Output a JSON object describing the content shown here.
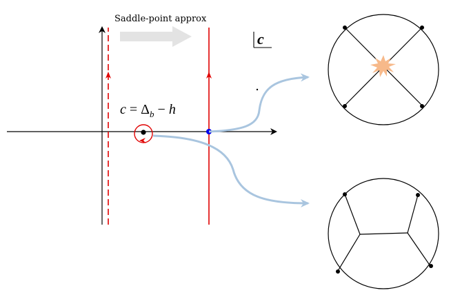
{
  "diagram": {
    "top_label": "Saddle-point approx",
    "plane_label": "c",
    "pole_label": {
      "lhs": "c",
      "eq": "=",
      "delta": "Δ",
      "sub": "b",
      "minus": "−",
      "h": "h"
    }
  },
  "colors": {
    "axis": "#000000",
    "contour": "#e00000",
    "pole_circle": "#e00000",
    "saddle_point": "#0000ee",
    "map_arrow": "#a9c5df",
    "hint_arrow": "#e3e3e3",
    "blob": "#f7b98a"
  }
}
